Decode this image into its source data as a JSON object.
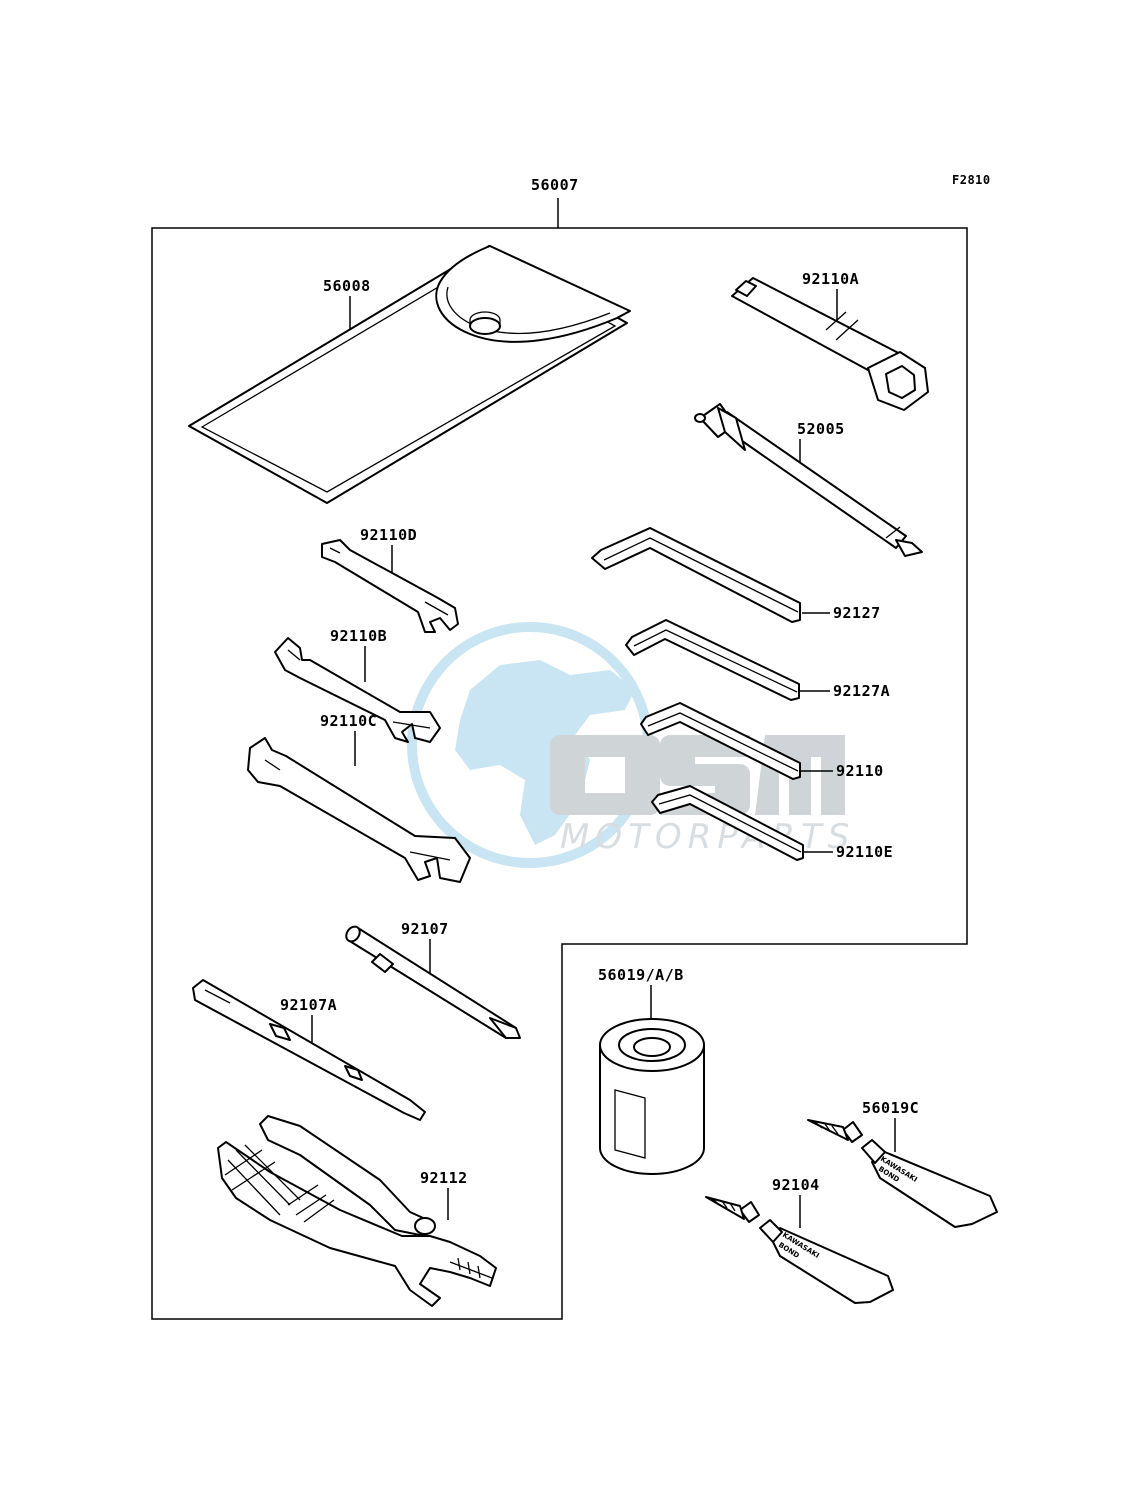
{
  "figure_code": "F2810",
  "watermark": {
    "brand": "OSM",
    "tagline": "MOTORPARTS"
  },
  "callouts": {
    "kit": "56007",
    "tool_bag": "56008",
    "plug_wrench": "92110A",
    "hook_tool": "52005",
    "wrench_d": "92110D",
    "wrench_b": "92110B",
    "wrench_c": "92110C",
    "hex_key_1": "92127",
    "hex_key_2": "92127A",
    "hex_key_3": "92110",
    "hex_key_4": "92110E",
    "screwdriver_1": "92107",
    "screwdriver_2": "92107A",
    "pliers": "92112",
    "repair_kit": "56019/A/B",
    "bond_1": "56019C",
    "bond_2": "92104"
  },
  "tube_labels": {
    "brand": "KAWASAKI",
    "product": "BOND"
  },
  "colors": {
    "watermark_blue": "#9ecfe8",
    "watermark_gray": "#a9b1b8"
  }
}
